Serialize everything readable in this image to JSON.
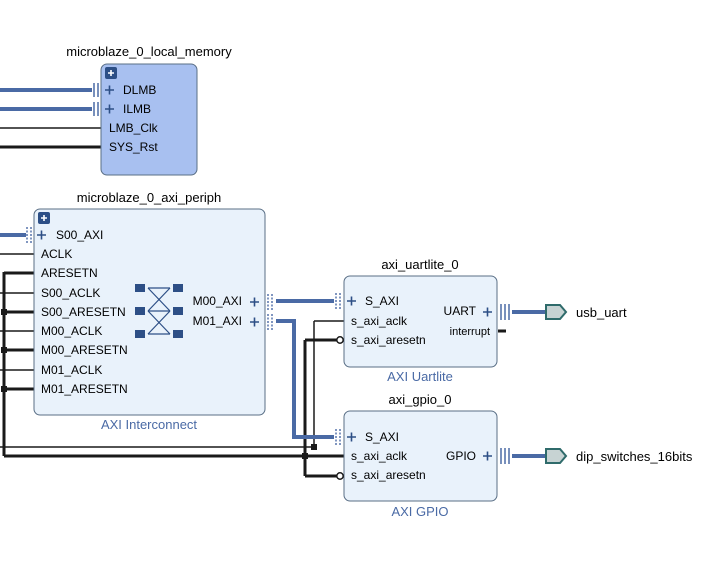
{
  "blocks": {
    "local_memory": {
      "title": "microblaze_0_local_memory",
      "ports": [
        "DLMB",
        "ILMB",
        "LMB_Clk",
        "SYS_Rst"
      ]
    },
    "axi_periph": {
      "title": "microblaze_0_axi_periph",
      "subtitle": "AXI Interconnect",
      "left_ports": [
        "S00_AXI",
        "ACLK",
        "ARESETN",
        "S00_ACLK",
        "S00_ARESETN",
        "M00_ACLK",
        "M00_ARESETN",
        "M01_ACLK",
        "M01_ARESETN"
      ],
      "right_ports": [
        "M00_AXI",
        "M01_AXI"
      ]
    },
    "uartlite": {
      "title": "axi_uartlite_0",
      "subtitle": "AXI Uartlite",
      "left_ports": [
        "S_AXI",
        "s_axi_aclk",
        "s_axi_aresetn"
      ],
      "right_ports": [
        "UART",
        "interrupt"
      ]
    },
    "gpio": {
      "title": "axi_gpio_0",
      "subtitle": "AXI GPIO",
      "left_ports": [
        "S_AXI",
        "s_axi_aclk",
        "s_axi_aresetn"
      ],
      "right_ports": [
        "GPIO"
      ]
    }
  },
  "external_ports": {
    "usb_uart": "usb_uart",
    "dip_switches": "dip_switches_16bits"
  },
  "colors": {
    "block_fill_memory": "#a8c0f0",
    "block_fill": "#e9f2fb",
    "block_stroke": "#5a6f86",
    "bus_wire": "#4a6aa5",
    "net_wire": "#1a1a1a",
    "subtitle": "#4a6aa5",
    "port_fill": "#c7d3d3",
    "port_stroke": "#2f6b6b"
  }
}
